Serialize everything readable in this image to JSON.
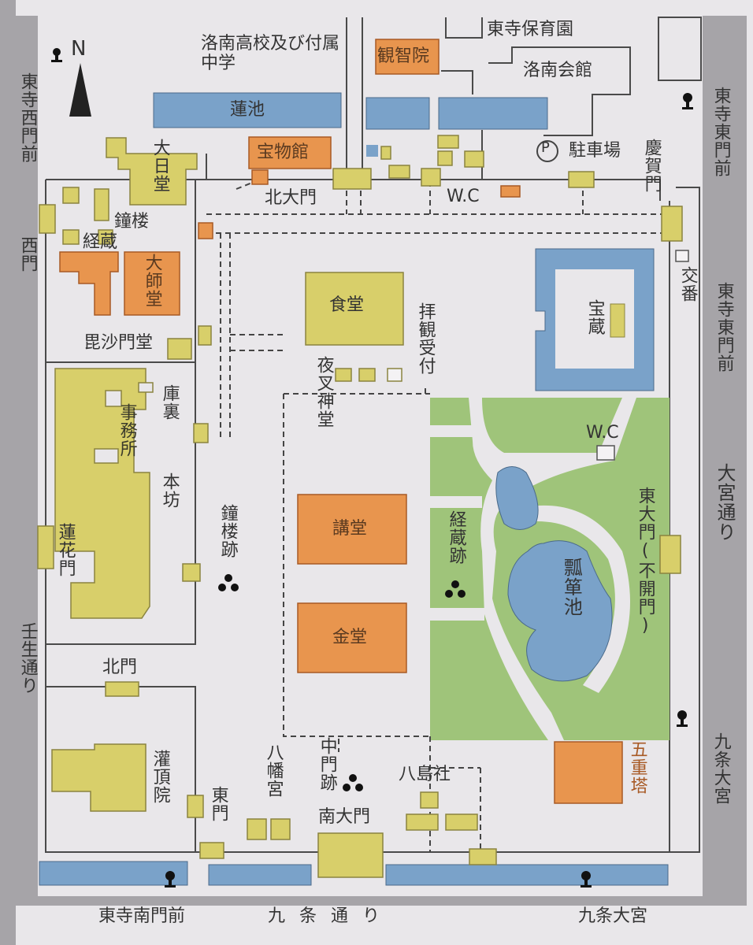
{
  "north": "N",
  "colors": {
    "background": "#e9e7ea",
    "road": "#a6a4a8",
    "wall": "#4a4a4a",
    "hall_orange": "#e8954e",
    "building_yellow": "#d8cf6a",
    "water_blue": "#7aa2c9",
    "garden_green": "#9fc47a",
    "label_orange": "#b05a25"
  },
  "streets": {
    "west_station": "東寺西門前",
    "east_station_top": "東寺東門前",
    "east_station_mid": "東寺東門前",
    "omiya": "大宮通り",
    "mibu": "壬生通り",
    "kujo": "九条通り",
    "south_station": "東寺南門前",
    "kujo_omiya_east": "九条大宮",
    "kujo_omiya_bottom": "九条大宮"
  },
  "places": {
    "rakunan_school": "洛南高校及び付属中学",
    "hoikuen": "東寺保育園",
    "kanchiin": "観智院",
    "rakunan_kaikan": "洛南会館",
    "hasuike": "蓮池",
    "homotsukan": "宝物館",
    "parking": "駐車場",
    "parking_symbol": "P",
    "keiga_mon": "慶賀門",
    "kita_daimon": "北大門",
    "wc_north": "W.C",
    "dainichido": "大日堂",
    "shoro": "鐘楼",
    "kyozo_west": "経蔵",
    "daishido": "大師堂",
    "nishimon": "西門",
    "jikido": "食堂",
    "haikan_uketsuke": "拝観受付",
    "hozo": "宝蔵",
    "koban": "交番",
    "bishamondo": "毘沙門堂",
    "yashajindo": "夜叉神堂",
    "kuri": "庫裏",
    "jimusho": "事務所",
    "honbo": "本坊",
    "wc_garden": "W.C",
    "higashi_daimon": "東大門(不開門)",
    "shoro_ato": "鐘楼跡",
    "kodo": "講堂",
    "kyozo_ato": "経蔵跡",
    "hyotan_ike": "瓢箪池",
    "rengemon": "蓮花門",
    "kondo": "金堂",
    "kitamon": "北門",
    "kanchoin": "灌頂院",
    "hachimangu": "八幡宮",
    "higashimon": "東門",
    "chumon_ato": "中門跡",
    "yashimasha": "八島社",
    "minami_daimon": "南大門",
    "gojunoto": "五重塔"
  }
}
